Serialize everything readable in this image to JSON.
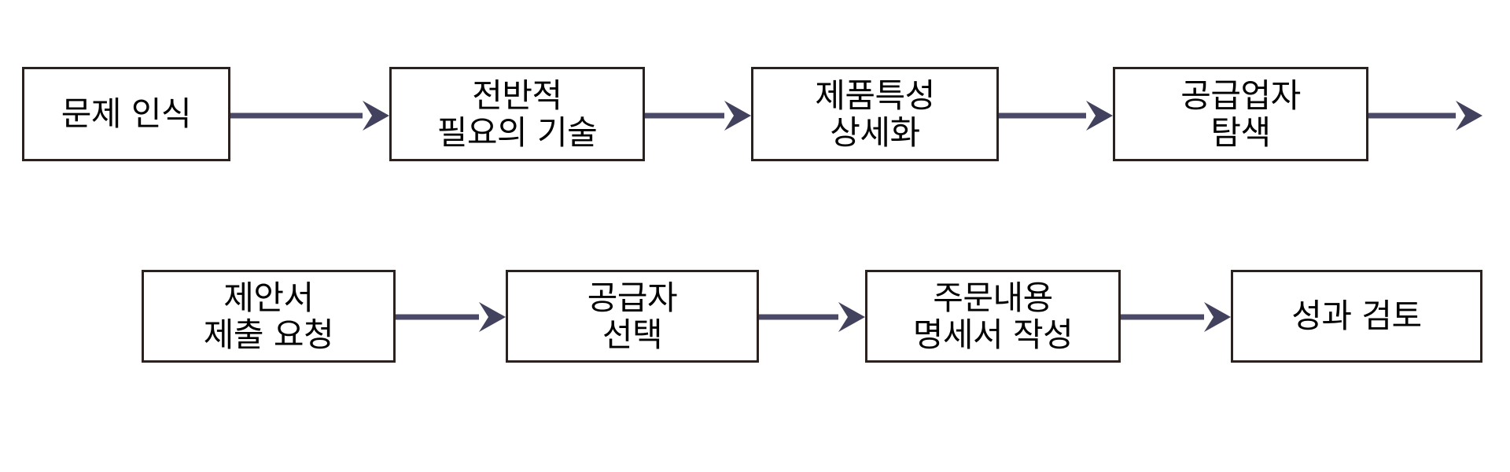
{
  "diagram": {
    "title": "Business Buying Process Flowchart",
    "colors": {
      "box_border": "#2b211f",
      "arrow": "#4a4a68",
      "arrow_head": "#42425e",
      "background": "#ffffff",
      "text": "#000000"
    },
    "rows": [
      {
        "id": "row-1",
        "nodes": [
          {
            "id": "node-1",
            "lines": [
              "문제 인식"
            ]
          },
          {
            "id": "node-2",
            "lines": [
              "전반적",
              "필요의 기술"
            ]
          },
          {
            "id": "node-3",
            "lines": [
              "제품특성",
              "상세화"
            ]
          },
          {
            "id": "node-4",
            "lines": [
              "공급업자",
              "탐색"
            ]
          }
        ],
        "connectors": [
          "arrow-1",
          "arrow-2",
          "arrow-3",
          "arrow-4-trailing"
        ]
      },
      {
        "id": "row-2",
        "nodes": [
          {
            "id": "node-5",
            "lines": [
              "제안서",
              "제출 요청"
            ]
          },
          {
            "id": "node-6",
            "lines": [
              "공급자",
              "선택"
            ]
          },
          {
            "id": "node-7",
            "lines": [
              "주문내용",
              "명세서 작성"
            ]
          },
          {
            "id": "node-8",
            "lines": [
              "성과 검토"
            ]
          }
        ],
        "connectors": [
          "arrow-5",
          "arrow-6",
          "arrow-7"
        ]
      }
    ]
  }
}
